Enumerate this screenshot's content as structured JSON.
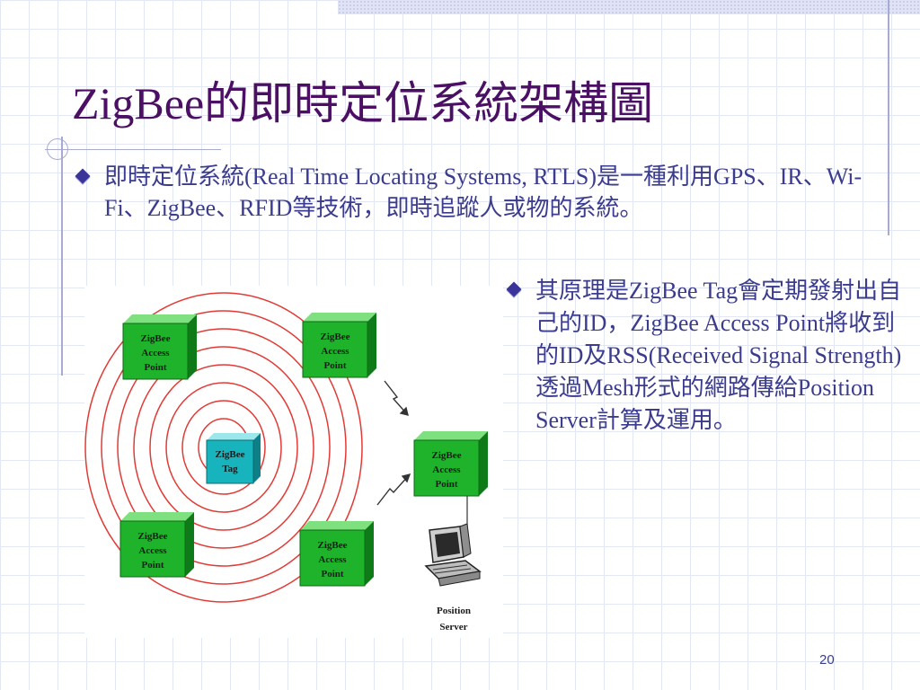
{
  "slide": {
    "title": "ZigBee的即時定位系統架構圖",
    "page_number": "20",
    "colors": {
      "title": "#4b0f63",
      "text": "#3b3c8e",
      "bullet": "#3c3599"
    }
  },
  "bullets": [
    {
      "icon": "diamond-bullet-icon",
      "text": "即時定位系統(Real Time Locating Systems, RTLS)是一種利用GPS、IR、Wi-Fi、ZigBee、RFID等技術，即時追蹤人或物的系統。"
    },
    {
      "icon": "diamond-bullet-icon",
      "text": "其原理是ZigBee Tag會定期發射出自己的ID，ZigBee Access Point將收到的ID及RSS(Received Signal Strength)透過Mesh形式的網路傳給Position Server計算及運用。"
    }
  ],
  "diagram": {
    "tag": {
      "line1": "ZigBee",
      "line2": "Tag",
      "color": "#18b4be"
    },
    "access_point": {
      "line1": "ZigBee",
      "line2": "Access",
      "line3": "Point",
      "color": "#1fb32c"
    },
    "server": {
      "line1": "Position",
      "line2": "Server"
    },
    "ring_color": "#e23b36",
    "icons": [
      "lightning-icon",
      "computer-icon"
    ]
  }
}
